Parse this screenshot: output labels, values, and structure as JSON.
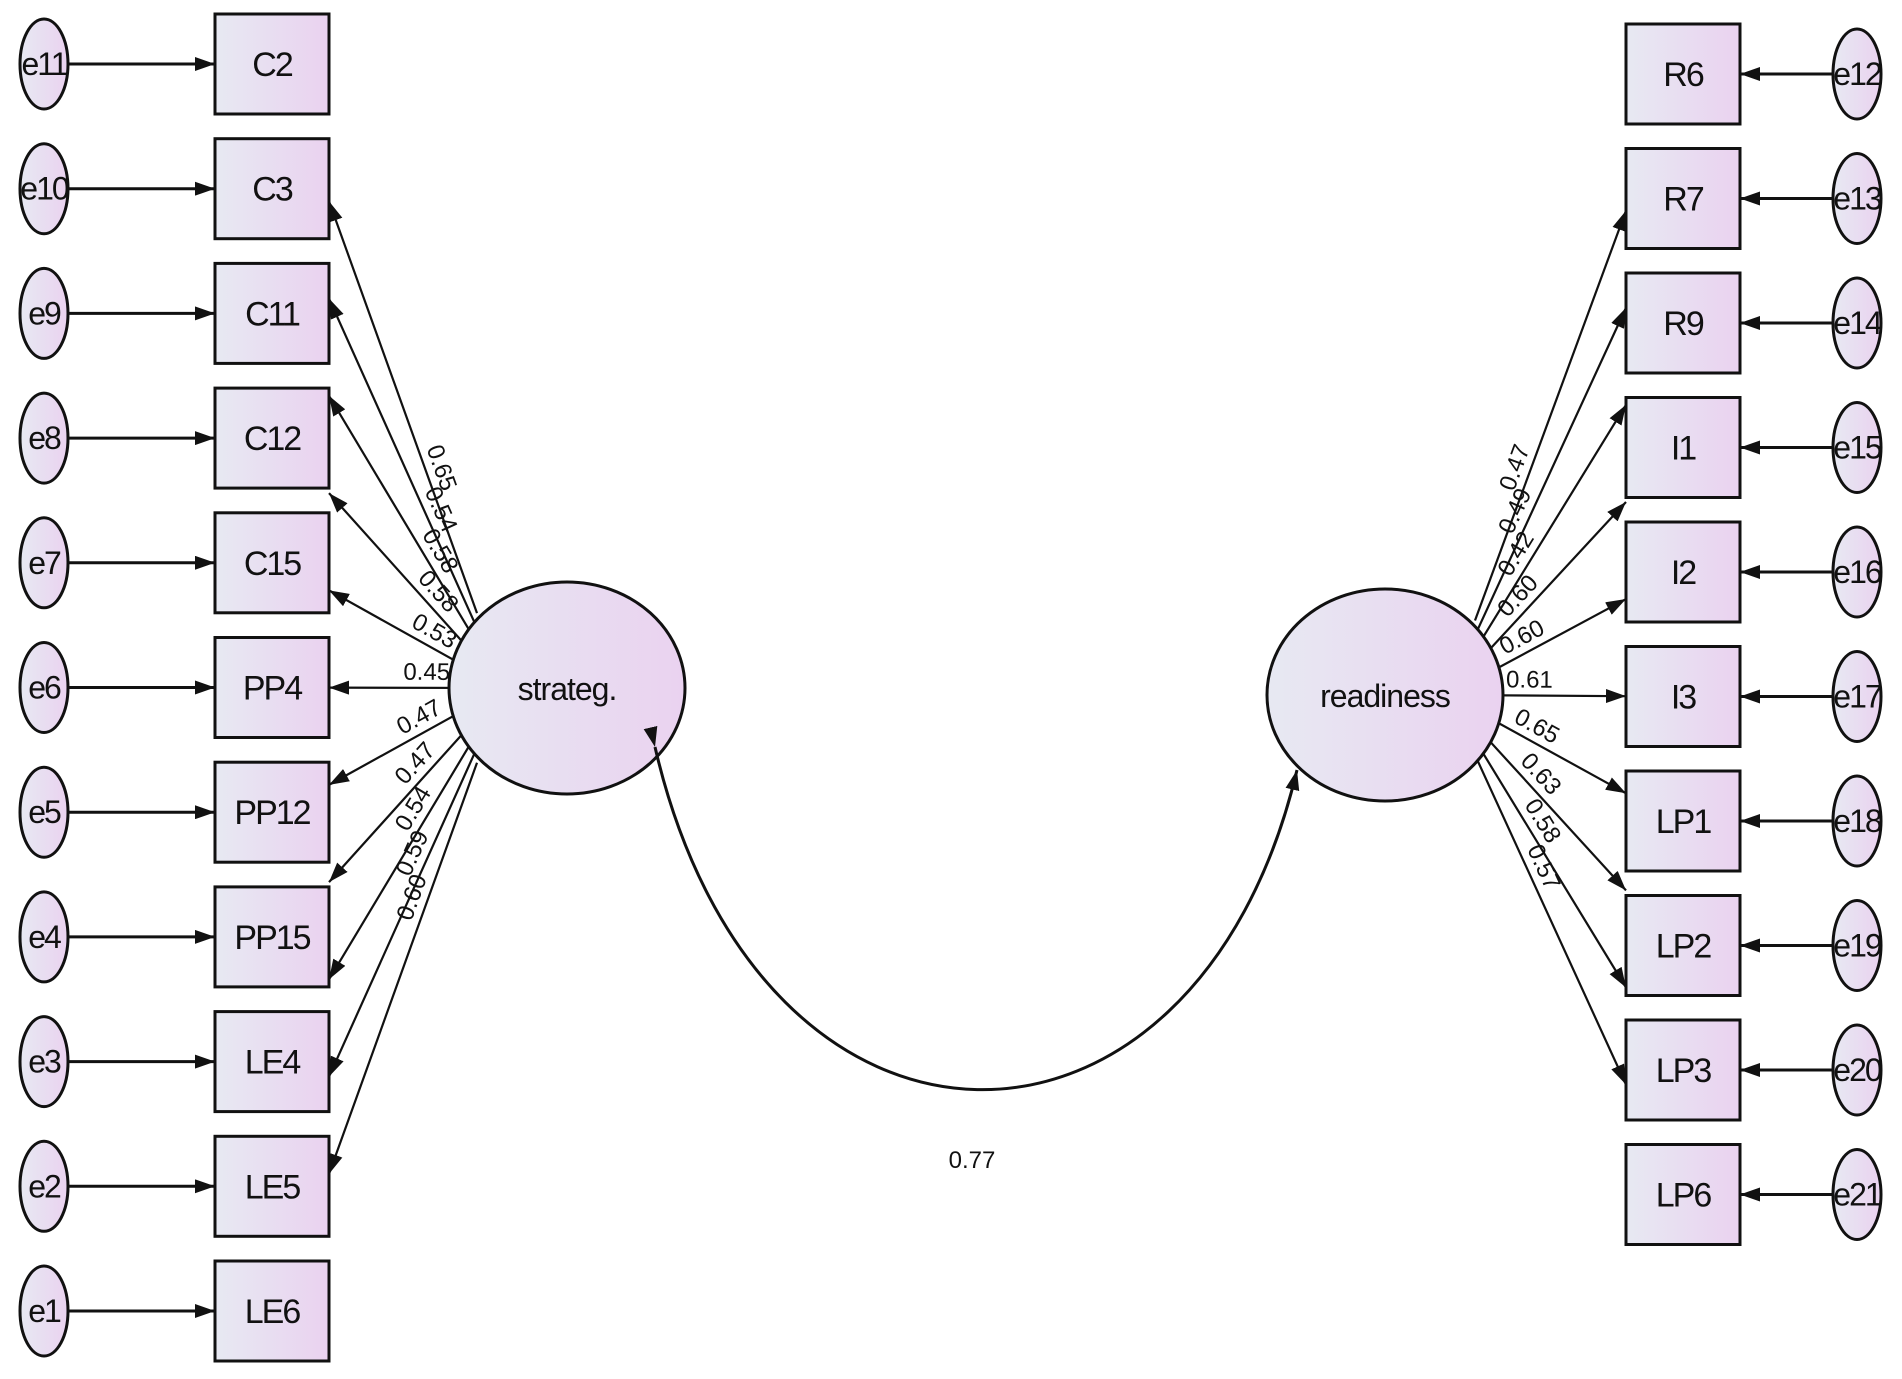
{
  "colors": {
    "fill_start": "#e7e9f2",
    "fill_end": "#ead2f0",
    "stroke": "#111111",
    "background": "#ffffff"
  },
  "latents": {
    "left": {
      "label": "strateg."
    },
    "right": {
      "label": "readiness"
    }
  },
  "correlation": {
    "label": "0.77"
  },
  "left_indicators": [
    {
      "label": "C2",
      "error": "e11",
      "loading": "0.65"
    },
    {
      "label": "C3",
      "error": "e10",
      "loading": "0.54"
    },
    {
      "label": "C11",
      "error": "e9",
      "loading": "0.58"
    },
    {
      "label": "C12",
      "error": "e8",
      "loading": "0.58"
    },
    {
      "label": "C15",
      "error": "e7",
      "loading": "0.53"
    },
    {
      "label": "PP4",
      "error": "e6",
      "loading": "0.45"
    },
    {
      "label": "PP12",
      "error": "e5",
      "loading": "0.47"
    },
    {
      "label": "PP15",
      "error": "e4",
      "loading": "0.47"
    },
    {
      "label": "LE4",
      "error": "e3",
      "loading": "0.54"
    },
    {
      "label": "LE5",
      "error": "e2",
      "loading": "0.59"
    },
    {
      "label": "LE6",
      "error": "e1",
      "loading": "0.60"
    }
  ],
  "right_indicators": [
    {
      "label": "R6",
      "error": "e12",
      "loading": "0.47"
    },
    {
      "label": "R7",
      "error": "e13",
      "loading": "0.49"
    },
    {
      "label": "R9",
      "error": "e14",
      "loading": "0.42"
    },
    {
      "label": "I1",
      "error": "e15",
      "loading": "0.60"
    },
    {
      "label": "I2",
      "error": "e16",
      "loading": "0.60"
    },
    {
      "label": "I3",
      "error": "e17",
      "loading": "0.61"
    },
    {
      "label": "LP1",
      "error": "e18",
      "loading": "0.65"
    },
    {
      "label": "LP2",
      "error": "e19",
      "loading": "0.63"
    },
    {
      "label": "LP3",
      "error": "e20",
      "loading": "0.58"
    },
    {
      "label": "LP6",
      "error": "e21",
      "loading": "0.57"
    }
  ]
}
